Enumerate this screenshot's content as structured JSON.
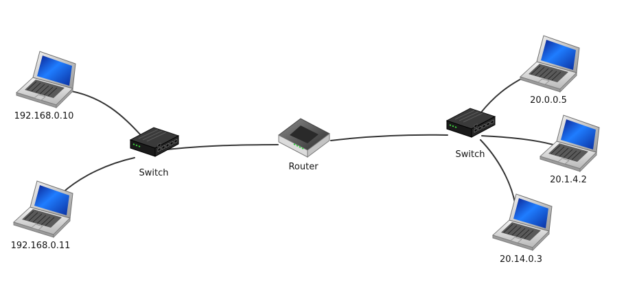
{
  "diagram": {
    "colors": {
      "link": "#333333",
      "screen": "#1565e8",
      "laptop_body": "#d9d9d9",
      "switch_body": "#1a1a1a",
      "port_led": "#3fd43f"
    },
    "laptops": [
      {
        "id": "laptop-192-168-0-10",
        "label": "192.168.0.10"
      },
      {
        "id": "laptop-192-168-0-11",
        "label": "192.168.0.11"
      },
      {
        "id": "laptop-20-0-0-5",
        "label": "20.0.0.5"
      },
      {
        "id": "laptop-20-1-4-2",
        "label": "20.1.4.2"
      },
      {
        "id": "laptop-20-14-0-3",
        "label": "20.14.0.3"
      }
    ],
    "switches": [
      {
        "id": "switch-left",
        "label": "Switch"
      },
      {
        "id": "switch-right",
        "label": "Switch"
      }
    ],
    "router": {
      "id": "router",
      "label": "Router"
    },
    "links": [
      [
        "laptop-192-168-0-10",
        "switch-left"
      ],
      [
        "laptop-192-168-0-11",
        "switch-left"
      ],
      [
        "switch-left",
        "router"
      ],
      [
        "router",
        "switch-right"
      ],
      [
        "switch-right",
        "laptop-20-0-0-5"
      ],
      [
        "switch-right",
        "laptop-20-1-4-2"
      ],
      [
        "switch-right",
        "laptop-20-14-0-3"
      ]
    ]
  }
}
